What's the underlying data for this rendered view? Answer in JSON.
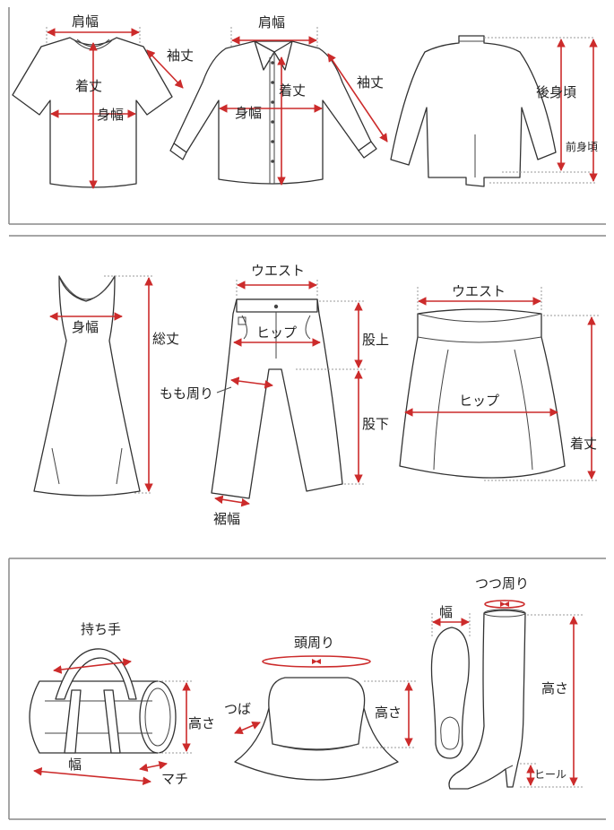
{
  "section_tops": {
    "tshirt": {
      "shoulder_width": "肩幅",
      "sleeve_length": "袖丈",
      "length": "着丈",
      "body_width": "身幅"
    },
    "shirt": {
      "shoulder_width": "肩幅",
      "sleeve_length": "袖丈",
      "length": "着丈",
      "body_width": "身幅"
    },
    "jacket": {
      "back_length": "後身頃",
      "front_length": "前身頃"
    }
  },
  "section_bottoms": {
    "dress": {
      "body_width": "身幅",
      "total_length": "総丈"
    },
    "pants": {
      "waist": "ウエスト",
      "hip": "ヒップ",
      "rise": "股上",
      "thigh": "もも周り",
      "inseam": "股下",
      "hem_width": "裾幅"
    },
    "skirt": {
      "waist": "ウエスト",
      "hip": "ヒップ",
      "length": "着丈"
    }
  },
  "section_accessories": {
    "bag": {
      "handle": "持ち手",
      "height": "高さ",
      "width": "幅",
      "gusset": "マチ"
    },
    "hat": {
      "head_circumference": "頭周り",
      "brim": "つば",
      "height": "高さ"
    },
    "boot": {
      "width": "幅",
      "toe_circumference": "つつ周り",
      "height": "高さ",
      "heel": "ヒール"
    }
  },
  "colors": {
    "measure": "#cc2b2b",
    "outline": "#333333",
    "divider": "#888888"
  }
}
